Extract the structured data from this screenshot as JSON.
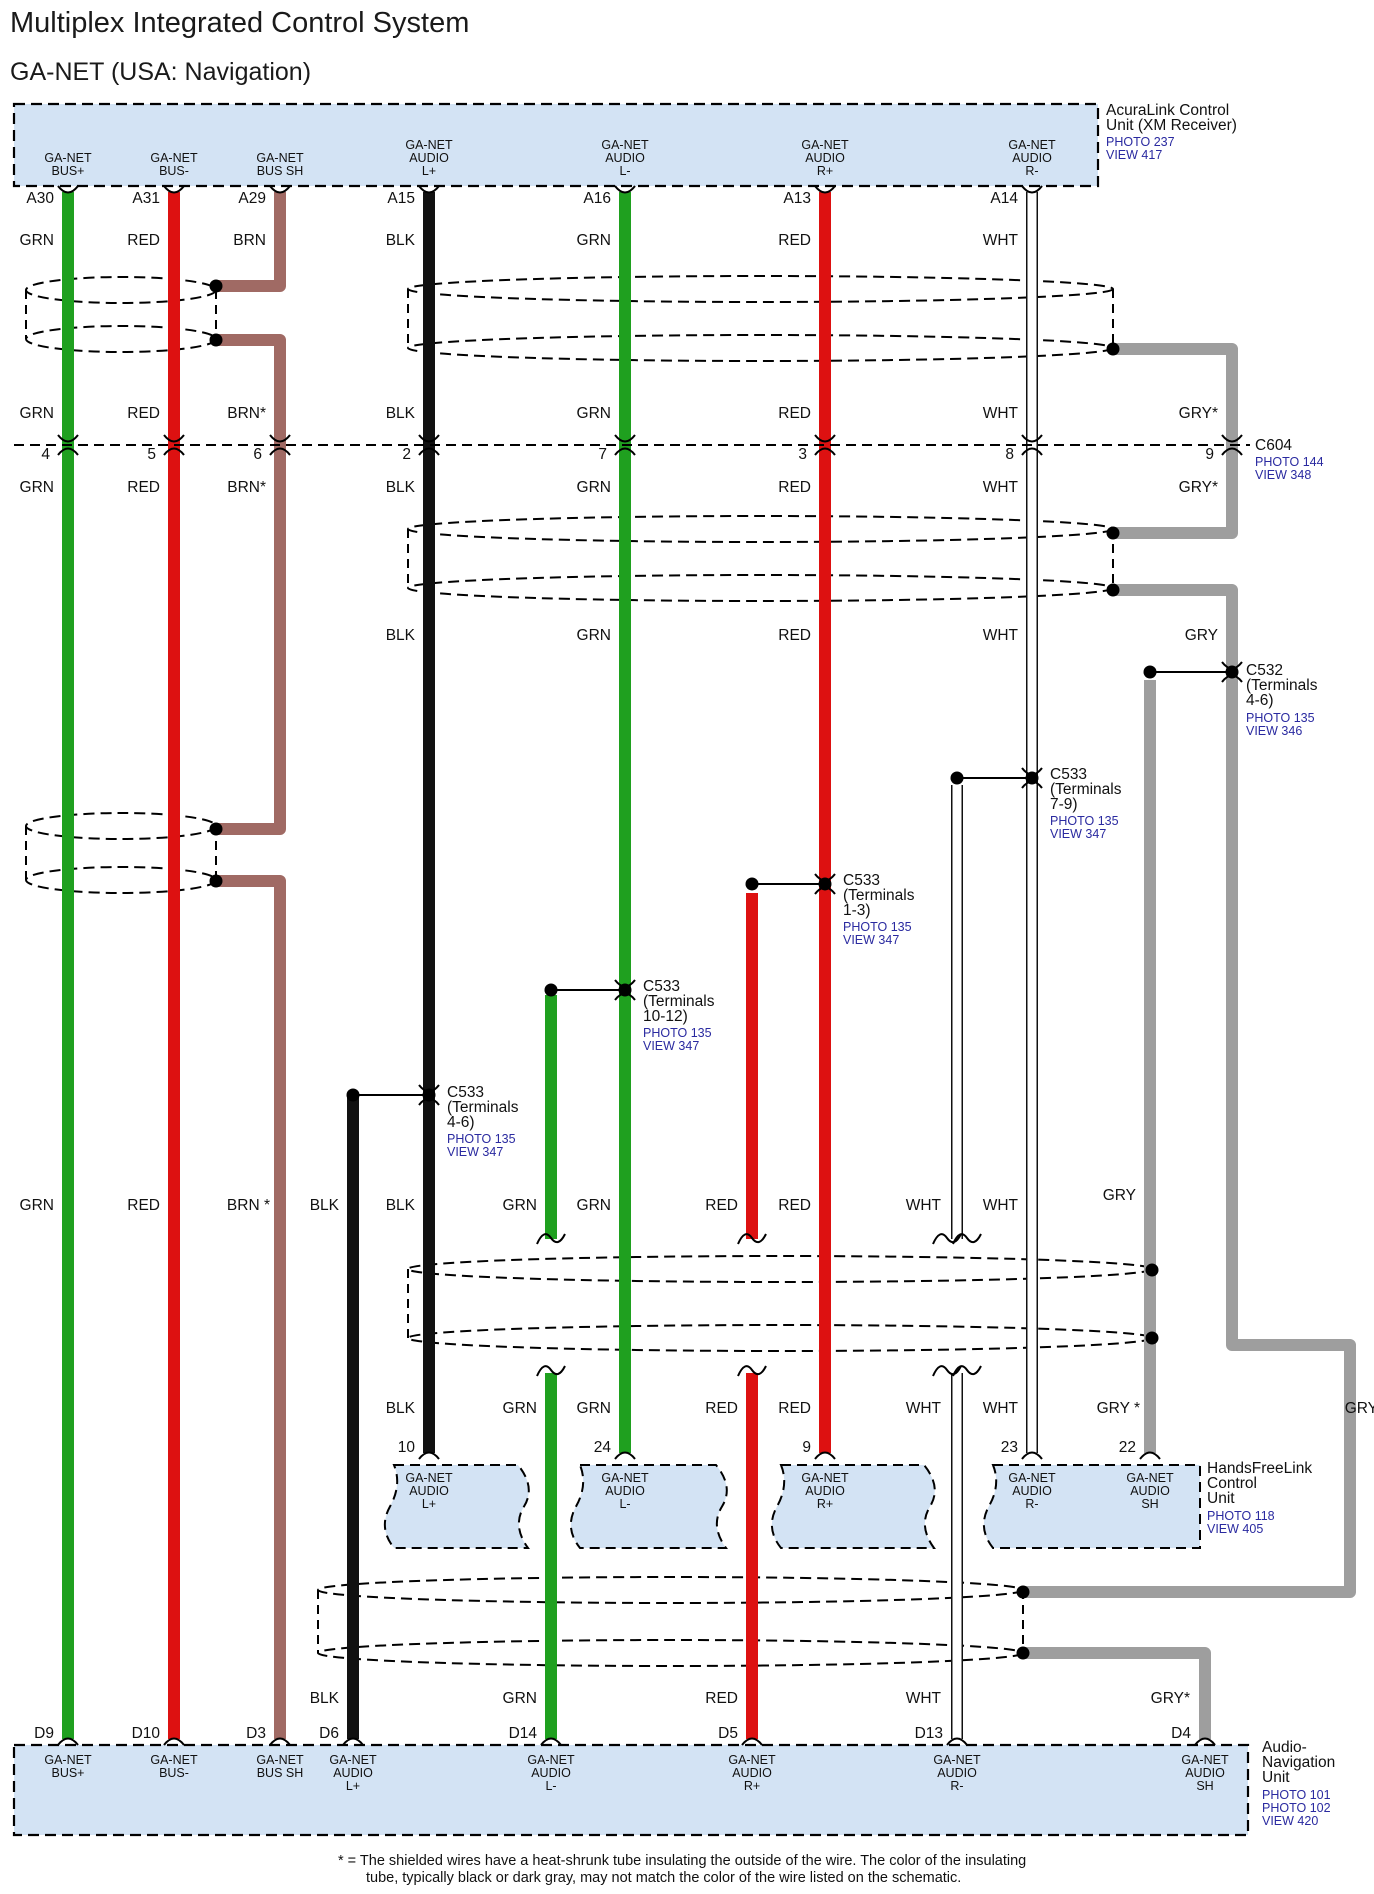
{
  "title": "Multiplex Integrated Control System",
  "subtitle": "GA-NET (USA: Navigation)",
  "colors": {
    "GRN": "#1fa01f",
    "RED": "#dd1111",
    "BRN": "#a06a64",
    "BLK": "#111111",
    "WHT": "#ffffff",
    "GRY": "#9e9e9e",
    "box_fill": "#d3e3f4"
  },
  "top_unit": {
    "name_lines": [
      "AcuraLink Control",
      "Unit (XM Receiver)"
    ],
    "refs": [
      "PHOTO 237",
      "VIEW 417"
    ],
    "pins": [
      {
        "label": [
          "GA-NET",
          "BUS+"
        ],
        "terminal": "A30"
      },
      {
        "label": [
          "GA-NET",
          "BUS-"
        ],
        "terminal": "A31"
      },
      {
        "label": [
          "GA-NET",
          "BUS SH"
        ],
        "terminal": "A29"
      },
      {
        "label": [
          "GA-NET",
          "AUDIO",
          "L+"
        ],
        "terminal": "A15"
      },
      {
        "label": [
          "GA-NET",
          "AUDIO",
          "L-"
        ],
        "terminal": "A16"
      },
      {
        "label": [
          "GA-NET",
          "AUDIO",
          "R+"
        ],
        "terminal": "A13"
      },
      {
        "label": [
          "GA-NET",
          "AUDIO",
          "R-"
        ],
        "terminal": "A14"
      }
    ]
  },
  "c604": {
    "name": "C604",
    "refs": [
      "PHOTO 144",
      "VIEW 348"
    ],
    "terminals": [
      "4",
      "5",
      "6",
      "2",
      "7",
      "3",
      "8",
      "9"
    ]
  },
  "c532": {
    "name_lines": [
      "C532",
      "(Terminals",
      "4-6)"
    ],
    "refs": [
      "PHOTO 135",
      "VIEW 346"
    ]
  },
  "c533_splices": [
    {
      "name_lines": [
        "C533",
        "(Terminals",
        "7-9)"
      ],
      "refs": [
        "PHOTO 135",
        "VIEW 347"
      ]
    },
    {
      "name_lines": [
        "C533",
        "(Terminals",
        "1-3)"
      ],
      "refs": [
        "PHOTO 135",
        "VIEW 347"
      ]
    },
    {
      "name_lines": [
        "C533",
        "(Terminals",
        "10-12)"
      ],
      "refs": [
        "PHOTO 135",
        "VIEW 347"
      ]
    },
    {
      "name_lines": [
        "C533",
        "(Terminals",
        "4-6)"
      ],
      "refs": [
        "PHOTO 135",
        "VIEW 347"
      ]
    }
  ],
  "wire_labels": {
    "row1": [
      "GRN",
      "RED",
      "BRN",
      "BLK",
      "GRN",
      "RED",
      "WHT"
    ],
    "row2": [
      "GRN",
      "RED",
      "BRN*",
      "BLK",
      "GRN",
      "RED",
      "WHT",
      "GRY*"
    ],
    "row3": [
      "GRN",
      "RED",
      "BRN*",
      "BLK",
      "GRN",
      "RED",
      "WHT",
      "GRY*"
    ],
    "row4": [
      "BLK",
      "GRN",
      "RED",
      "WHT",
      "GRY"
    ],
    "row5": [
      "GRN",
      "RED",
      "BRN *",
      "BLK",
      "BLK",
      "GRN",
      "GRN",
      "RED",
      "RED",
      "WHT",
      "WHT",
      "GRY"
    ],
    "row6": [
      "BLK",
      "GRN",
      "GRN",
      "RED",
      "RED",
      "WHT",
      "WHT",
      "GRY *",
      "GRY"
    ],
    "row7": [
      "BLK",
      "GRN",
      "RED",
      "WHT",
      "GRY*"
    ]
  },
  "hfl_unit": {
    "name_lines": [
      "HandsFreeLink",
      "Control",
      "Unit"
    ],
    "refs": [
      "PHOTO 118",
      "VIEW 405"
    ],
    "pins": [
      {
        "label": [
          "GA-NET",
          "AUDIO",
          "L+"
        ],
        "terminal": "10"
      },
      {
        "label": [
          "GA-NET",
          "AUDIO",
          "L-"
        ],
        "terminal": "24"
      },
      {
        "label": [
          "GA-NET",
          "AUDIO",
          "R+"
        ],
        "terminal": "9"
      },
      {
        "label": [
          "GA-NET",
          "AUDIO",
          "R-"
        ],
        "terminal": "23"
      },
      {
        "label": [
          "GA-NET",
          "AUDIO",
          "SH"
        ],
        "terminal": "22"
      }
    ]
  },
  "nav_unit": {
    "name_lines": [
      "Audio-",
      "Navigation",
      "Unit"
    ],
    "refs": [
      "PHOTO 101",
      "PHOTO 102",
      "VIEW 420"
    ],
    "pins": [
      {
        "label": [
          "GA-NET",
          "BUS+"
        ],
        "terminal": "D9"
      },
      {
        "label": [
          "GA-NET",
          "BUS-"
        ],
        "terminal": "D10"
      },
      {
        "label": [
          "GA-NET",
          "BUS SH"
        ],
        "terminal": "D3"
      },
      {
        "label": [
          "GA-NET",
          "AUDIO",
          "L+"
        ],
        "terminal": "D6"
      },
      {
        "label": [
          "GA-NET",
          "AUDIO",
          "L-"
        ],
        "terminal": "D14"
      },
      {
        "label": [
          "GA-NET",
          "AUDIO",
          "R+"
        ],
        "terminal": "D5"
      },
      {
        "label": [
          "GA-NET",
          "AUDIO",
          "R-"
        ],
        "terminal": "D13"
      },
      {
        "label": [
          "GA-NET",
          "AUDIO",
          "SH"
        ],
        "terminal": "D4"
      }
    ]
  },
  "footnote_lines": [
    "* =  The shielded wires have a heat-shrunk tube insulating the outside of the wire. The color of the insulating",
    "tube, typically black or dark gray, may not match the color of the wire listed on the schematic."
  ]
}
